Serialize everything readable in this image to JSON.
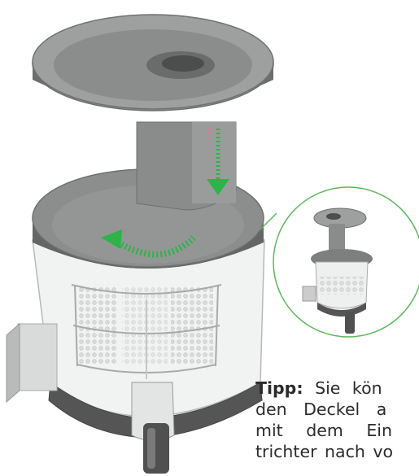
{
  "figure": {
    "description_icons": [
      "juicer-illustration",
      "rotate-arrow",
      "down-arrow",
      "detail-inset"
    ]
  },
  "tip": {
    "label": "Tipp:",
    "line1": "Sie kön",
    "line2": "den Deckel a",
    "line3": "mit dem Ein",
    "line4": "trichter nach vo"
  },
  "colors": {
    "arrow": "#2db34a",
    "inset_border": "#5cb85c",
    "body_gray": "#8a8a8a",
    "dark_base": "#4a4a4a"
  }
}
